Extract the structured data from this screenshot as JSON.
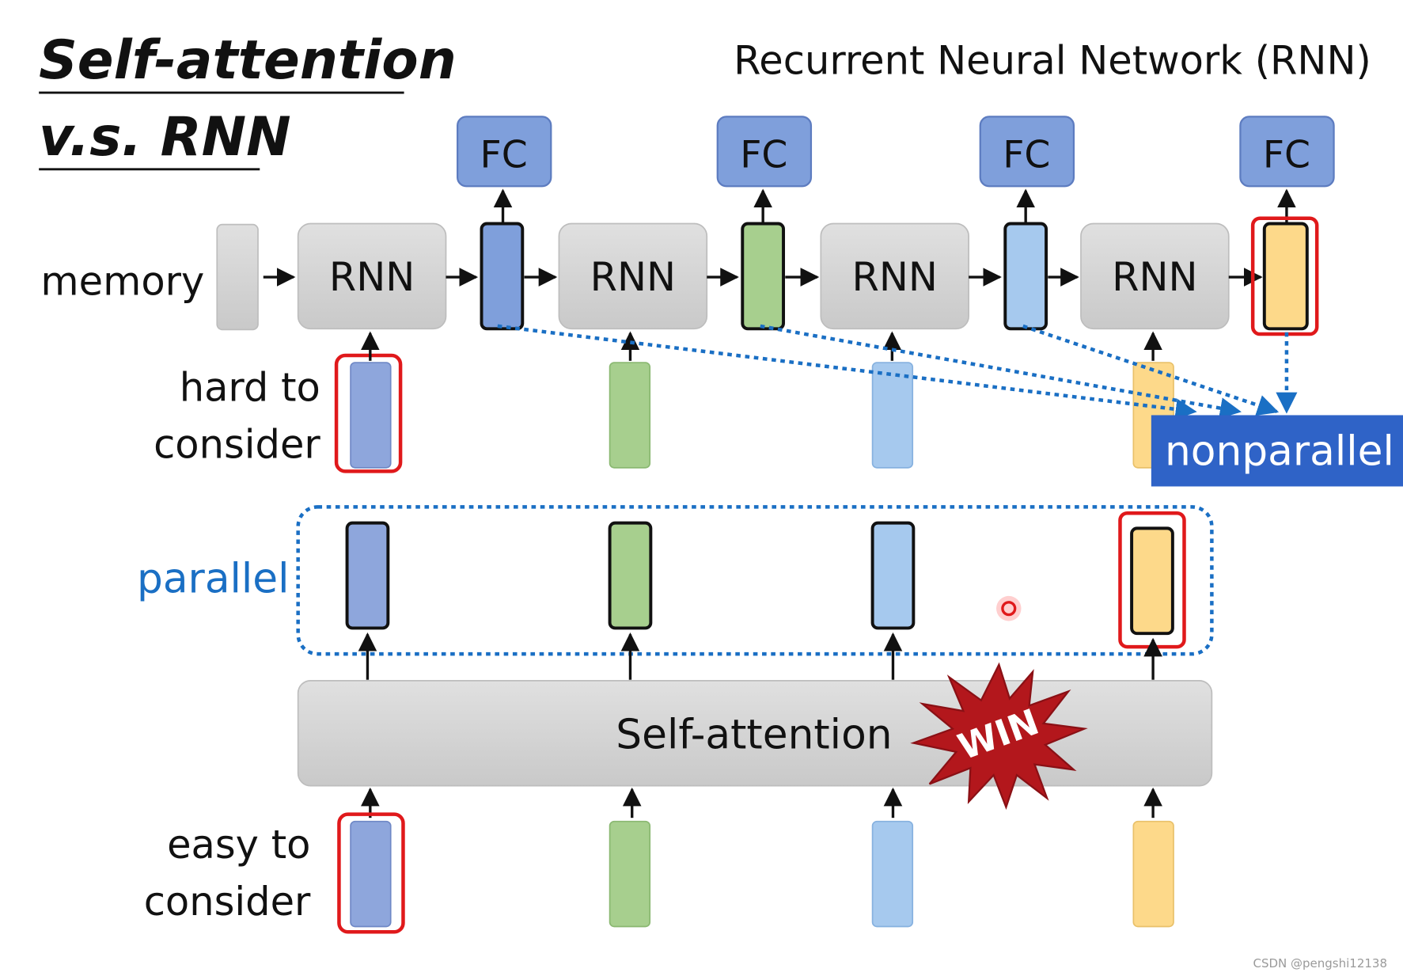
{
  "title": {
    "line1": "Self-attention",
    "line2": "v.s. RNN"
  },
  "header": "Recurrent Neural Network (RNN)",
  "labels": {
    "memory": "memory",
    "hard_line1": "hard to",
    "hard_line2": "consider",
    "parallel": "parallel",
    "easy_line1": "easy to",
    "easy_line2": "consider",
    "nonparallel": "nonparallel",
    "self_attention": "Self-attention",
    "win": "WIN"
  },
  "blocks": {
    "fc": "FC",
    "rnn": "RNN"
  },
  "watermark": "CSDN @pengshi12138",
  "colors": {
    "blue_dark": "#8ea6dc",
    "green": "#a7cf8e",
    "blue_light": "#a6c9ee",
    "yellow": "#fdd98a",
    "fc_fill": "#7f9fdb",
    "gray_block": "#d4d4d4",
    "highlight": "#e0191b",
    "dotted": "#1a6fc4",
    "nonparallel_bg": "#2f63c7",
    "parallel_text": "#1a6fc4",
    "win": "#b3171c"
  }
}
